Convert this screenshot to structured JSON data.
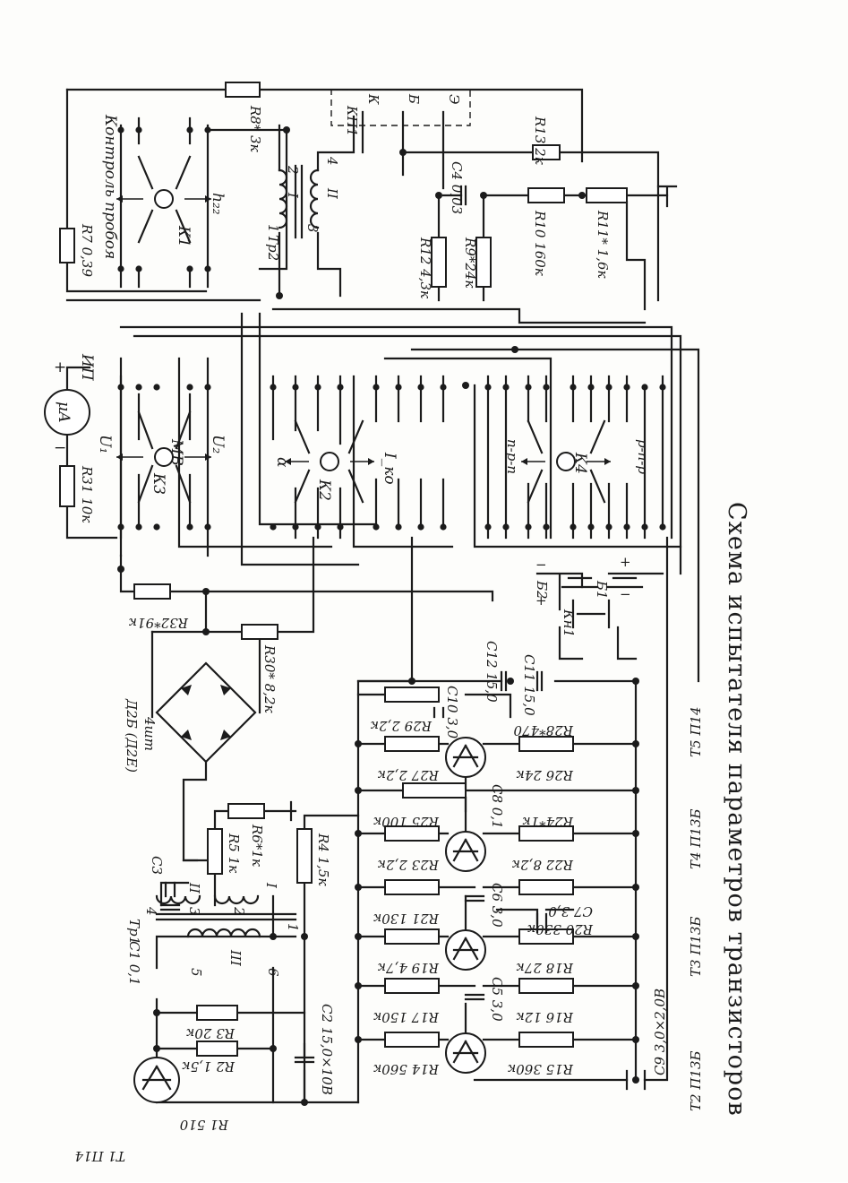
{
  "caption": "Схема испытателя параметров транзисторов",
  "switch_labels": {
    "k1": "К1",
    "k2": "К2",
    "k3": "К3",
    "k4": "К4",
    "kontrol": "Контроль пробоя",
    "h22": "h₂₂",
    "u1": "U₁",
    "u2": "U₂",
    "mv": "МВ",
    "alpha": "α",
    "iko": "I_ко",
    "npn": "n-p-n",
    "pnp": "p-n-p"
  },
  "meter": {
    "symbol": "μА",
    "name": "ИП",
    "plus": "+",
    "minus": "−"
  },
  "socket": {
    "name": "КП1",
    "pins": [
      "К",
      "Б",
      "Э"
    ]
  },
  "transformers": {
    "tr2": {
      "name": "Тр2",
      "windings": [
        "I",
        "II"
      ],
      "pins": [
        "1",
        "2",
        "3",
        "4"
      ]
    },
    "tr1": {
      "name": "Тр1",
      "windings": [
        "I",
        "II",
        "III"
      ],
      "pins": [
        "1",
        "2",
        "3",
        "4",
        "5",
        "6"
      ]
    }
  },
  "batteries": [
    {
      "name": "Б1",
      "plus": "+",
      "minus": "−"
    },
    {
      "name": "Б2",
      "plus": "+",
      "minus": "−"
    }
  ],
  "button": "Кн1",
  "diode_bridge": {
    "label": "Д2Б (Д2Е)",
    "count": "4шт"
  },
  "resistors": [
    "R1 510",
    "R2 1,5к",
    "R3 20к",
    "R4 1,5к",
    "R5 1к",
    "R6*1к",
    "R7 0,39",
    "R8* 3к",
    "R9*24к",
    "R10 160к",
    "R11* 1,6к",
    "R12 4,3к",
    "R13 2к",
    "R14 560к",
    "R15 360к",
    "R16 12к",
    "R17 150к",
    "R18 27к",
    "R19 4,7к",
    "R20 330к",
    "R21 130к",
    "R22 8,2к",
    "R23 2,2к",
    "R24*1к",
    "R25 100к",
    "R26 24к",
    "R27 2,2к",
    "R28*470",
    "R29 2,2к",
    "R30* 8,2к",
    "R31 10к",
    "R32*91к"
  ],
  "capacitors": [
    "C1 0,1",
    "C2 15,0×10В",
    "C3",
    "C4 0,03",
    "C5 3,0",
    "C6 3,0",
    "C7 3,0",
    "C8 0,1",
    "C9 3,0×2,0В",
    "C10 3,0",
    "C11 15,0",
    "C12 15,0"
  ],
  "transistors": [
    "T1 П14",
    "T2 П13Б",
    "T3 П13Б",
    "T4 П13Б",
    "T5 П14"
  ]
}
